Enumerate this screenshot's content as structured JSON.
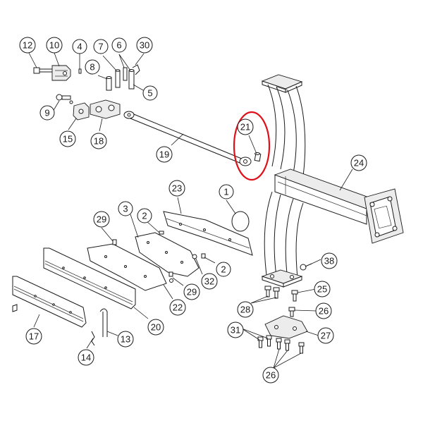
{
  "colors": {
    "line": "#1a1a1a",
    "highlight": "#e0101a",
    "background": "#ffffff"
  },
  "callouts": [
    {
      "id": "c1",
      "label": "1"
    },
    {
      "id": "c2a",
      "label": "2"
    },
    {
      "id": "c2b",
      "label": "2"
    },
    {
      "id": "c3",
      "label": "3"
    },
    {
      "id": "c4",
      "label": "4"
    },
    {
      "id": "c5",
      "label": "5"
    },
    {
      "id": "c6",
      "label": "6"
    },
    {
      "id": "c7",
      "label": "7"
    },
    {
      "id": "c8",
      "label": "8"
    },
    {
      "id": "c9",
      "label": "9"
    },
    {
      "id": "c10",
      "label": "10"
    },
    {
      "id": "c12",
      "label": "12"
    },
    {
      "id": "c13",
      "label": "13"
    },
    {
      "id": "c14",
      "label": "14"
    },
    {
      "id": "c15",
      "label": "15"
    },
    {
      "id": "c17",
      "label": "17"
    },
    {
      "id": "c18",
      "label": "18"
    },
    {
      "id": "c19",
      "label": "19"
    },
    {
      "id": "c20",
      "label": "20"
    },
    {
      "id": "c21",
      "label": "21"
    },
    {
      "id": "c22",
      "label": "22"
    },
    {
      "id": "c23",
      "label": "23"
    },
    {
      "id": "c24",
      "label": "24"
    },
    {
      "id": "c25",
      "label": "25"
    },
    {
      "id": "c26a",
      "label": "26"
    },
    {
      "id": "c26b",
      "label": "26"
    },
    {
      "id": "c27",
      "label": "27"
    },
    {
      "id": "c28",
      "label": "28"
    },
    {
      "id": "c29a",
      "label": "29"
    },
    {
      "id": "c29b",
      "label": "29"
    },
    {
      "id": "c30",
      "label": "30"
    },
    {
      "id": "c31",
      "label": "31"
    },
    {
      "id": "c32",
      "label": "32"
    },
    {
      "id": "c38",
      "label": "38"
    }
  ],
  "highlight": {
    "target": "21"
  }
}
